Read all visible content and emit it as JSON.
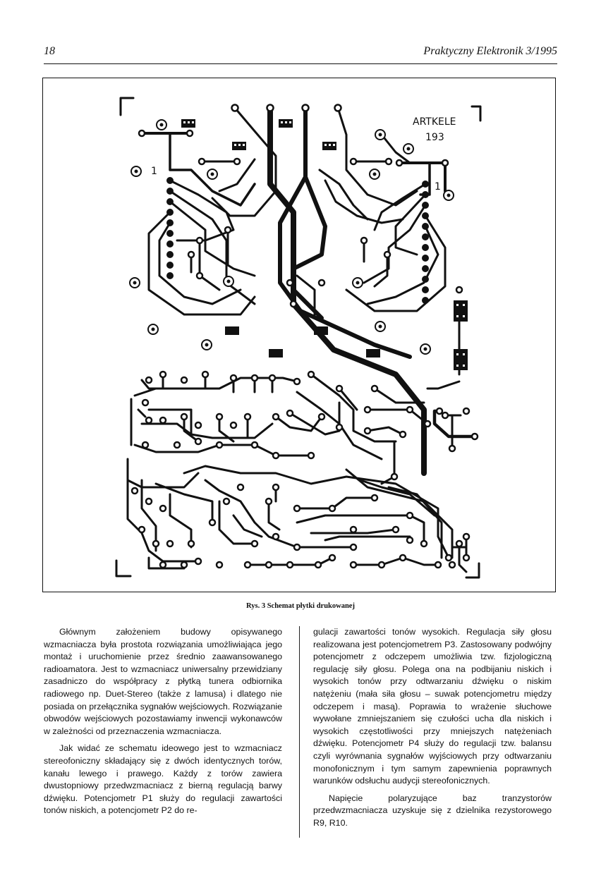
{
  "header": {
    "page_number": "18",
    "journal": "Praktyczny Elektronik 3/1995"
  },
  "figure": {
    "board_label_line1": "ARTKELE",
    "board_label_line2": "193",
    "pin_label_left": "1",
    "pin_label_right": "1",
    "caption": "Rys. 3 Schemat płytki drukowanej"
  },
  "body": {
    "left_p1": "Głównym założeniem budowy opisywanego wzmacniacza była prostota rozwiązania umożliwiająca jego montaż i uruchomienie przez średnio zaawansowanego radioamatora. Jest to wzmacniacz uniwersalny przewidziany zasadniczo do współpracy z płytką tunera odbiornika radiowego np. Duet-Stereo (także z lamusa) i dlatego nie posiada on przełącznika sygnałów wejściowych. Rozwiązanie obwodów wejściowych pozostawiamy inwencji wykonawców w zależności od przeznaczenia wzmacniacza.",
    "left_p2": "Jak widać ze schematu ideowego jest to wzmacniacz stereofoniczny składający się z dwóch identycznych torów, kanału lewego i prawego. Każdy z torów zawiera dwustopniowy przedwzmacniacz z bierną regulacją barwy dźwięku. Potencjometr P1 służy do regulacji zawartości tonów niskich, a potencjometr P2 do re-",
    "right_p1": "gulacji zawartości tonów wysokich. Regulacja siły głosu realizowana jest potencjometrem P3. Zastosowany podwójny potencjometr z odczepem umożliwia tzw. fizjologiczną regulację siły głosu. Polega ona na podbijaniu niskich i wysokich tonów przy odtwarzaniu dźwięku o niskim natężeniu (mała siła głosu – suwak potencjometru między odczepem i masą). Poprawia to wrażenie słuchowe wywołane zmniejszaniem się czułości ucha dla niskich i wysokich częstotliwości przy mniejszych natężeniach dźwięku. Potencjometr P4 służy do regulacji tzw. balansu czyli wyrównania sygnałów wyjściowych przy odtwarzaniu monofonicznym i tym samym zapewnienia poprawnych warunków odsłuchu audycji stereofonicznych.",
    "right_p2": "Napięcie polaryzujące baz tranzystorów przedwzmacniacza uzyskuje się z dzielnika rezystorowego R9, R10."
  }
}
